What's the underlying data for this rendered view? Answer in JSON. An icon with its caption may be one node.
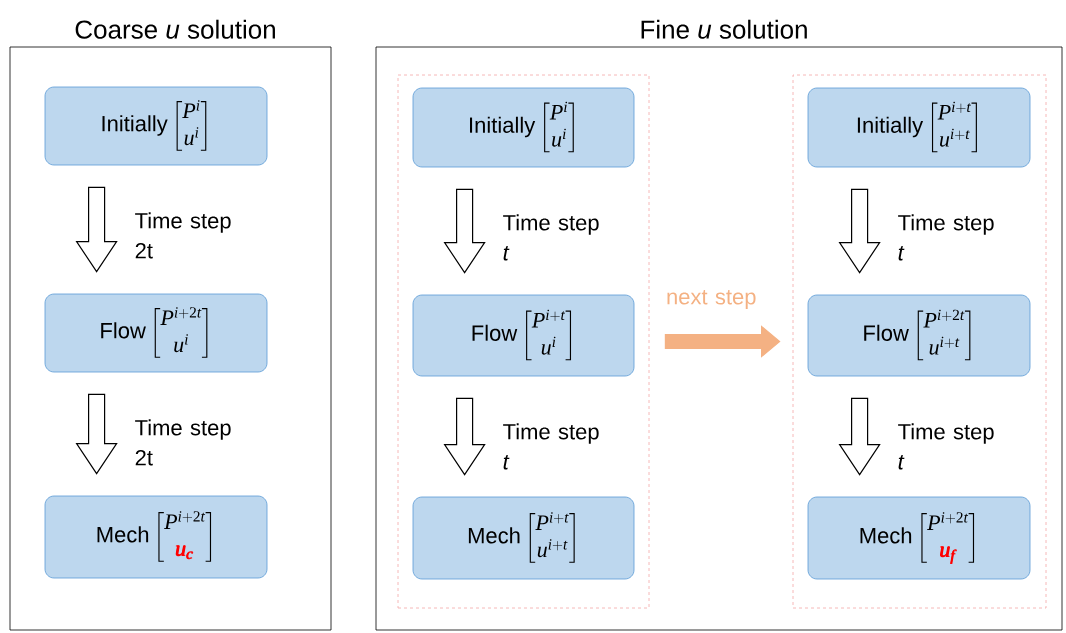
{
  "diagram": {
    "nodes": [
      {
        "text": [
          "Coarse *u* solution"
        ]
      },
      {
        "text": [
          "Initially",
          "\\begin{bmatrix}P^{i}\\\\u^{i}\\end{bmatrix}"
        ],
        "in": 0
      },
      {
        "text": [
          "Flow",
          "\\begin{bmatrix}P^{i+2t}\\\\u^{i}\\end{bmatrix}"
        ],
        "in": 0
      },
      {
        "text": [
          "Mech",
          "\\begin{bmatrix}P^{i+2t}\\\\{\\color{red}\\pmb{u_{c}}}\\end{bmatrix}"
        ],
        "in": 0
      },
      {
        "text": [
          "Fine *u* solution"
        ]
      },
      {
        "text": [],
        "shape": "box",
        "in": 4
      },
      {
        "text": [
          "Initially",
          "\\begin{bmatrix}P^{i}\\\\u^{i}\\end{bmatrix}"
        ],
        "in": 5
      },
      {
        "text": [
          "Flow",
          "\\begin{bmatrix}P^{i+t}\\\\u^{i}\\end{bmatrix}"
        ],
        "in": 5
      },
      {
        "text": [
          "Mech",
          "\\begin{bmatrix}P^{i+t}\\\\u^{i+t}\\end{bmatrix}"
        ],
        "in": 5
      },
      {
        "text": [],
        "shape": "box",
        "in": 4
      },
      {
        "text": [
          "Initially",
          "\\begin{bmatrix}P^{i+t}\\\\u^{i+t}\\end{bmatrix}"
        ],
        "in": 9
      },
      {
        "text": [
          "Flow",
          "\\begin{bmatrix}P^{i+2t}\\\\u^{i+t}\\end{bmatrix}"
        ],
        "in": 9
      },
      {
        "text": [
          "Mech",
          "\\begin{bmatrix}P^{i+2t}\\\\{\\color{red}\\pmb{u_{f}}}\\end{bmatrix}"
        ],
        "in": 9
      }
    ],
    "edges": [
      {
        "from": 1,
        "to": 2,
        "arrow": "to",
        "label": "Time step 2t"
      },
      {
        "from": 2,
        "to": 3,
        "arrow": "to",
        "label": "Time step 2t"
      },
      {
        "from": 6,
        "to": 7,
        "arrow": "to",
        "label": "Time step *t*"
      },
      {
        "from": 7,
        "to": 8,
        "arrow": "to",
        "label": "Time step *t*"
      },
      {
        "from": 10,
        "to": 11,
        "arrow": "to",
        "label": "Time step *t*"
      },
      {
        "from": 11,
        "to": 12,
        "arrow": "to",
        "label": "Time step *t*"
      },
      {
        "from": 5,
        "to": 9,
        "arrow": "to",
        "label": "next step",
        "color": "#f4b183"
      }
    ]
  }
}
